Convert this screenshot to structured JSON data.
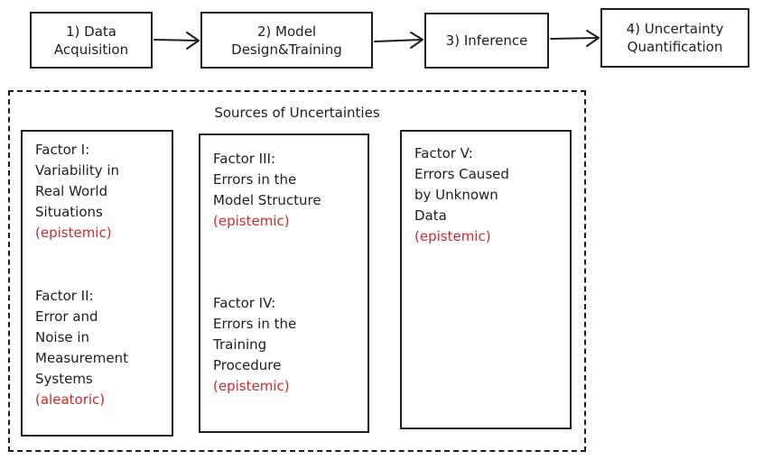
{
  "pipeline": {
    "steps": [
      {
        "label": "1) Data\nAcquisition"
      },
      {
        "label": "2) Model\nDesign&Training"
      },
      {
        "label": "3) Inference"
      },
      {
        "label": "4) Uncertainty\nQuantification"
      }
    ]
  },
  "sources": {
    "title": "Sources of Uncertainties",
    "columns": [
      {
        "factors": [
          {
            "text": "Factor I:\nVariability in\nReal World\nSituations",
            "type": "(epistemic)"
          },
          {
            "text": "Factor II:\nError and\nNoise in\nMeasurement\nSystems",
            "type": "(aleatoric)"
          }
        ]
      },
      {
        "factors": [
          {
            "text": "Factor III:\nErrors in the\nModel Structure",
            "type": "(epistemic)"
          },
          {
            "text": "Factor IV:\nErrors in the\nTraining\nProcedure",
            "type": "(epistemic)"
          }
        ]
      },
      {
        "factors": [
          {
            "text": "Factor V:\nErrors Caused\nby Unknown\nData",
            "type": "(epistemic)"
          }
        ]
      }
    ]
  },
  "colors": {
    "stroke": "#1e1e1e",
    "accent": "#cc2b2b"
  }
}
